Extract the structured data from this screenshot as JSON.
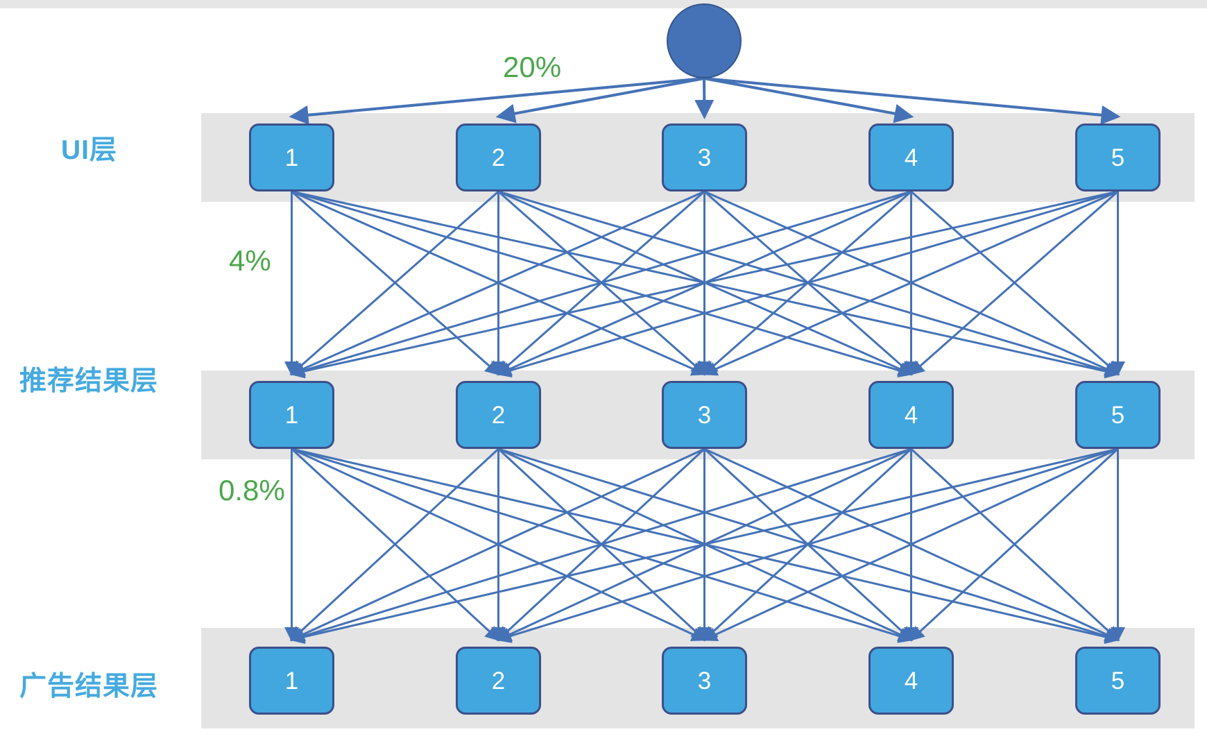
{
  "diagram": {
    "title": "",
    "type": "layered-funnel-graph",
    "background": "#ffffff",
    "colors": {
      "band": "#e4e4e4",
      "node_fill": "#41A7DE",
      "node_border": "#3C4F8A",
      "root_fill": "#4572B6",
      "edge": "#4572B6",
      "label_text": "#45AADF",
      "percent_text": "#4CA64C",
      "node_text": "#ffffff"
    },
    "root": {
      "name": "root-node",
      "label": ""
    },
    "layers": [
      {
        "id": "ui",
        "label": "UI层",
        "nodes": [
          {
            "label": "1"
          },
          {
            "label": "2"
          },
          {
            "label": "3"
          },
          {
            "label": "4"
          },
          {
            "label": "5"
          }
        ]
      },
      {
        "id": "recommend",
        "label": "推荐结果层",
        "nodes": [
          {
            "label": "1"
          },
          {
            "label": "2"
          },
          {
            "label": "3"
          },
          {
            "label": "4"
          },
          {
            "label": "5"
          }
        ]
      },
      {
        "id": "ad",
        "label": "广告结果层",
        "nodes": [
          {
            "label": "1"
          },
          {
            "label": "2"
          },
          {
            "label": "3"
          },
          {
            "label": "4"
          },
          {
            "label": "5"
          }
        ]
      }
    ],
    "transition_rates": [
      {
        "id": "root-to-ui",
        "value": "20%"
      },
      {
        "id": "ui-to-recommend",
        "value": "4%"
      },
      {
        "id": "recommend-to-ad",
        "value": "0.8%"
      }
    ]
  },
  "chart_data": {
    "type": "diagram",
    "title": "",
    "nodes_per_layer": 5,
    "layer_names": [
      "UI层",
      "推荐结果层",
      "广告结果层"
    ],
    "conversion_rates": [
      "20%",
      "4%",
      "0.8%"
    ],
    "node_labels": [
      "1",
      "2",
      "3",
      "4",
      "5"
    ],
    "edges": "fully-connected between adjacent layers; root fans out to all 5 UI nodes"
  }
}
